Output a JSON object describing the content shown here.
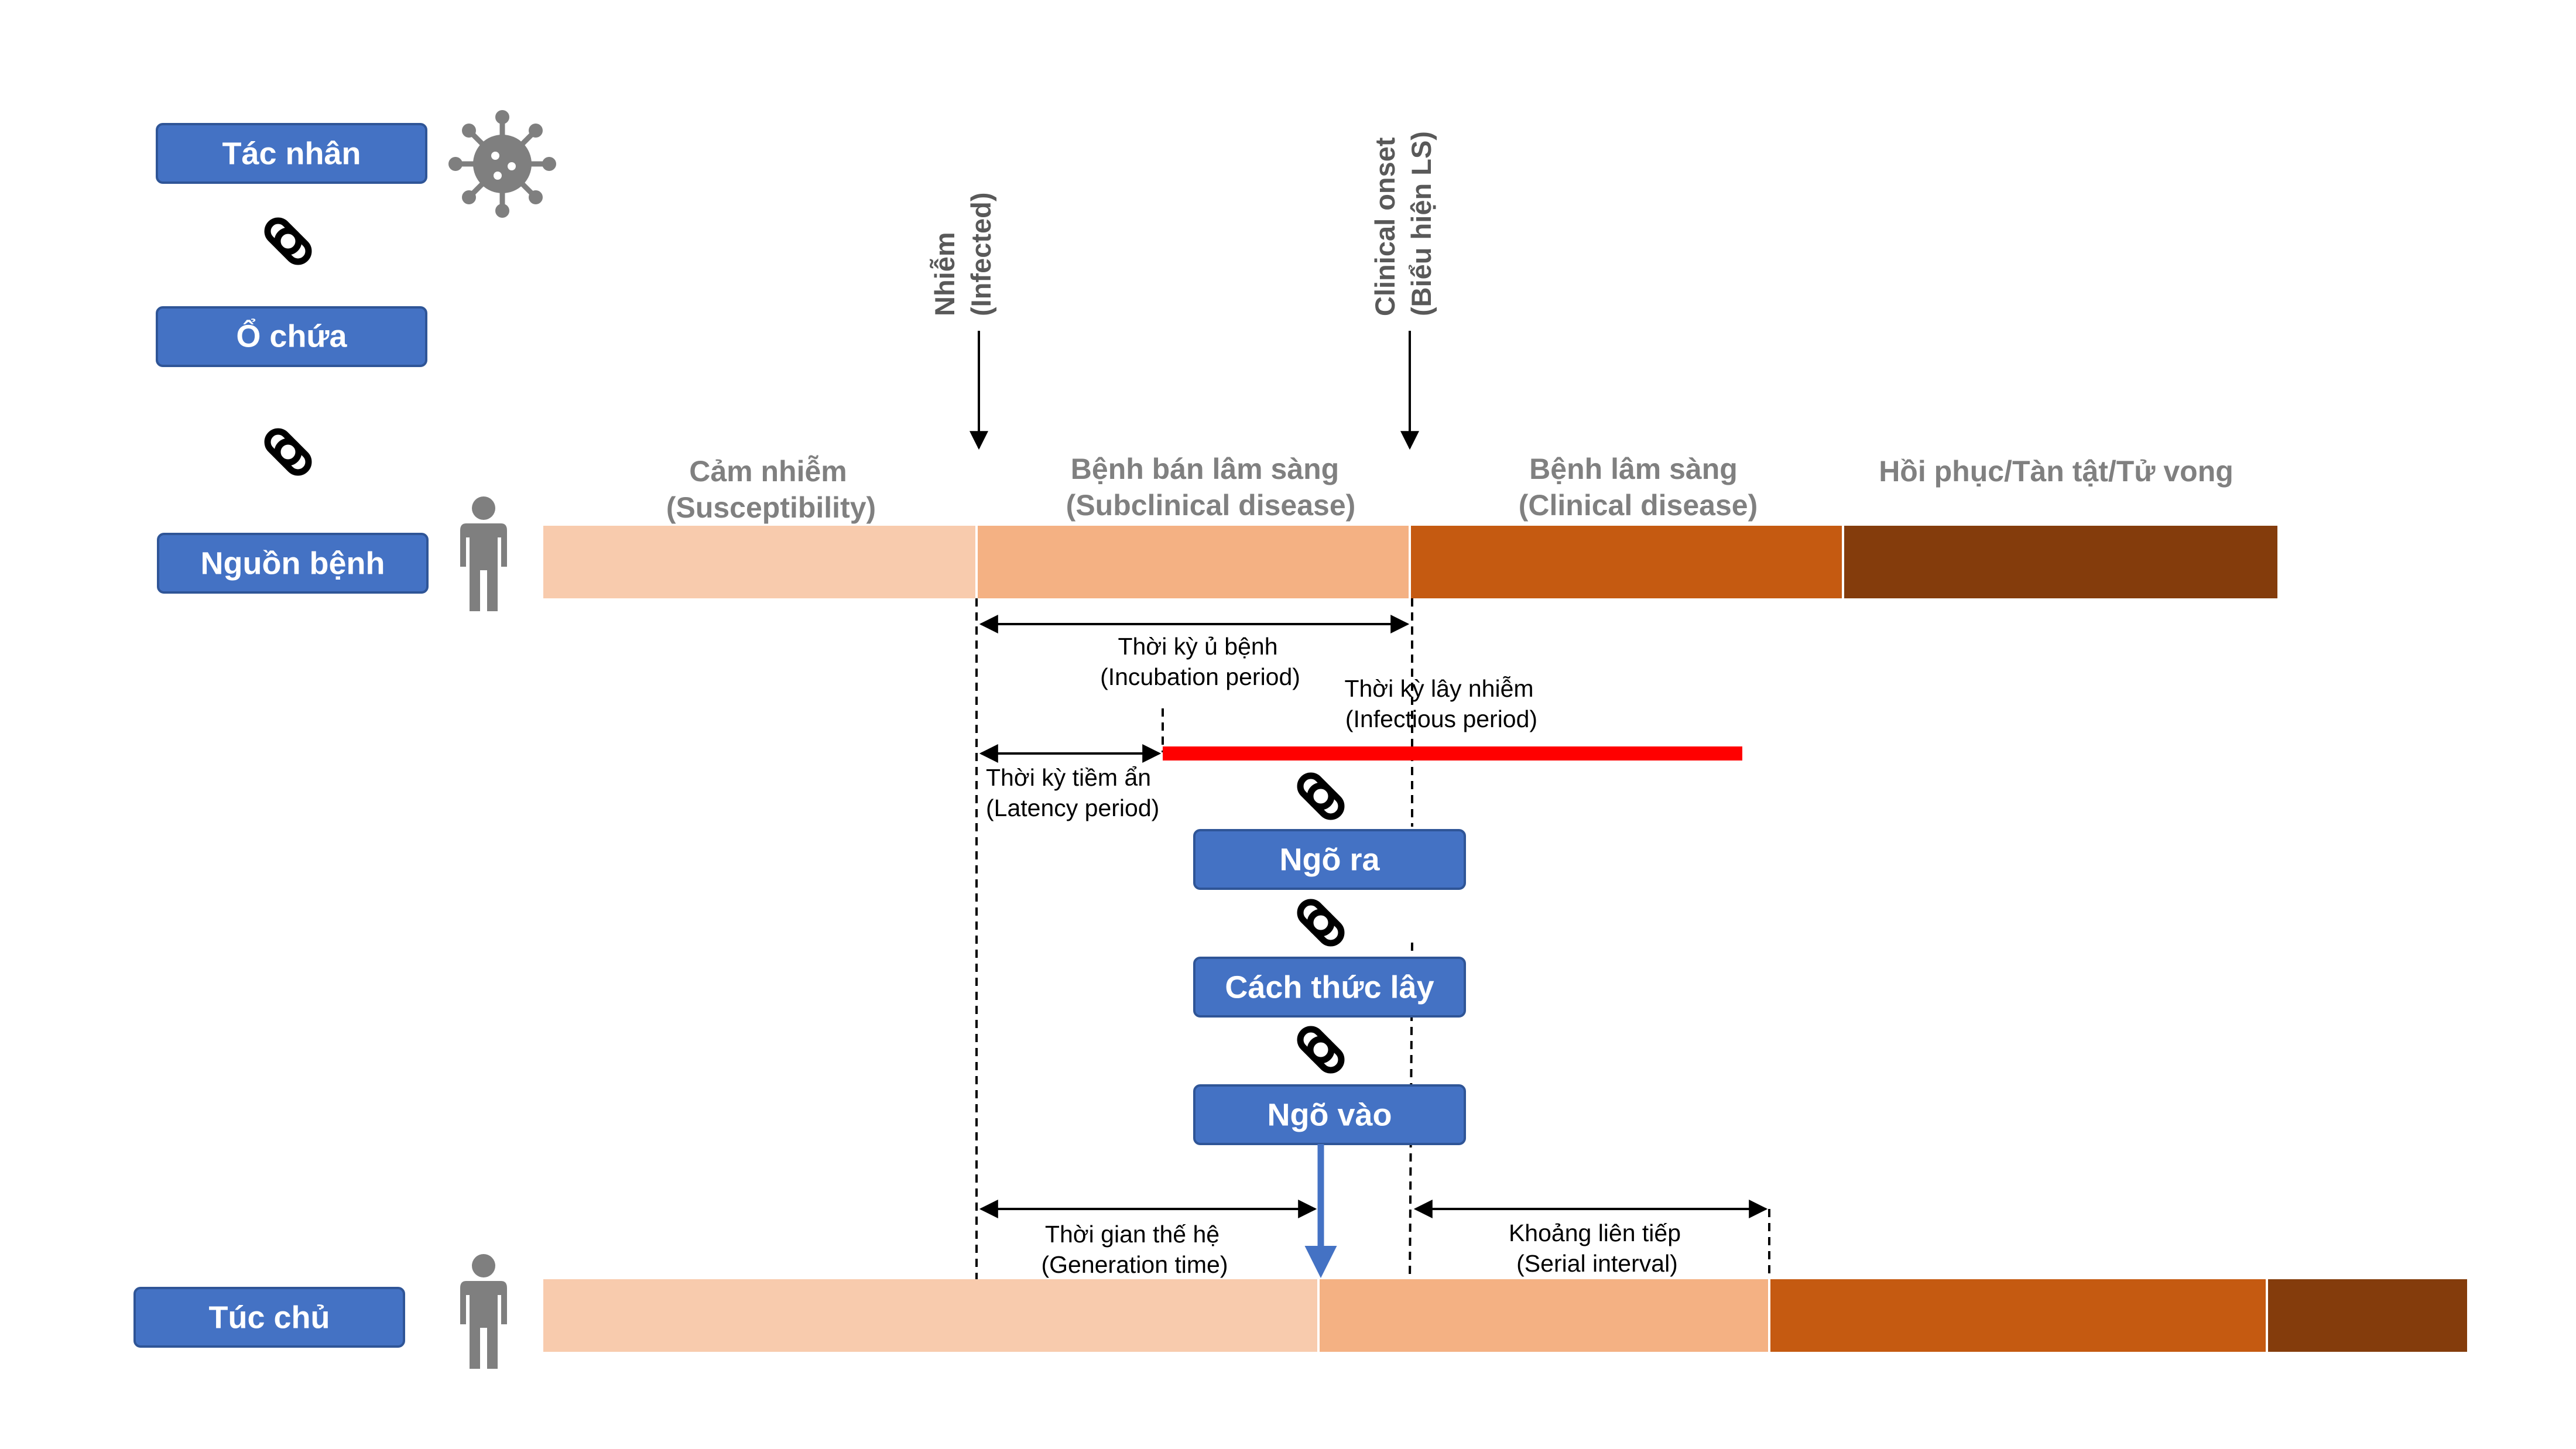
{
  "colors": {
    "susceptibility": "#F8CBAD",
    "subclinical": "#F4B183",
    "clinical": "#C55A11",
    "outcome": "#843C0C",
    "box_fill": "#4472C4",
    "box_stroke": "#2F5597",
    "infectious_bar": "#FF0000",
    "transmission_arrow": "#4472C4",
    "icon_gray": "#7F7F7F"
  },
  "chain_boxes": {
    "agent": "Tác nhân",
    "reservoir": "Ổ chứa",
    "source": "Nguồn bệnh",
    "portal_exit": "Ngõ ra",
    "mode_transmission": "Cách thức lây",
    "portal_entry": "Ngõ vào",
    "host": "Túc chủ"
  },
  "events": {
    "infected_line1": "Nhiễm",
    "infected_line2": "(Infected)",
    "onset_line1": "Clinical onset",
    "onset_line2": "(Biểu hiện LS)"
  },
  "phases": {
    "susceptibility_line1": "Cảm nhiễm",
    "susceptibility_line2": "(Susceptibility)",
    "subclinical_line1": "Bệnh bán lâm sàng",
    "subclinical_line2": "(Subclinical disease)",
    "clinical_line1": "Bệnh lâm sàng",
    "clinical_line2": "(Clinical disease)",
    "outcome": "Hồi phục/Tàn tật/Tử vong"
  },
  "periods": {
    "incubation_line1": "Thời kỳ ủ bệnh",
    "incubation_line2": "(Incubation period)",
    "infectious_line1": "Thời kỳ lây nhiễm",
    "infectious_line2": "(Infectious period)",
    "latency_line1": "Thời kỳ tiềm ẩn",
    "latency_line2": "(Latency period)",
    "generation_line1": "Thời gian thế hệ",
    "generation_line2": "(Generation time)",
    "serial_line1": "Khoảng liên tiếp",
    "serial_line2": "(Serial interval)"
  },
  "icons": {
    "virus": "virus-icon",
    "chain_link": "chain-link-icon",
    "person": "person-icon"
  }
}
